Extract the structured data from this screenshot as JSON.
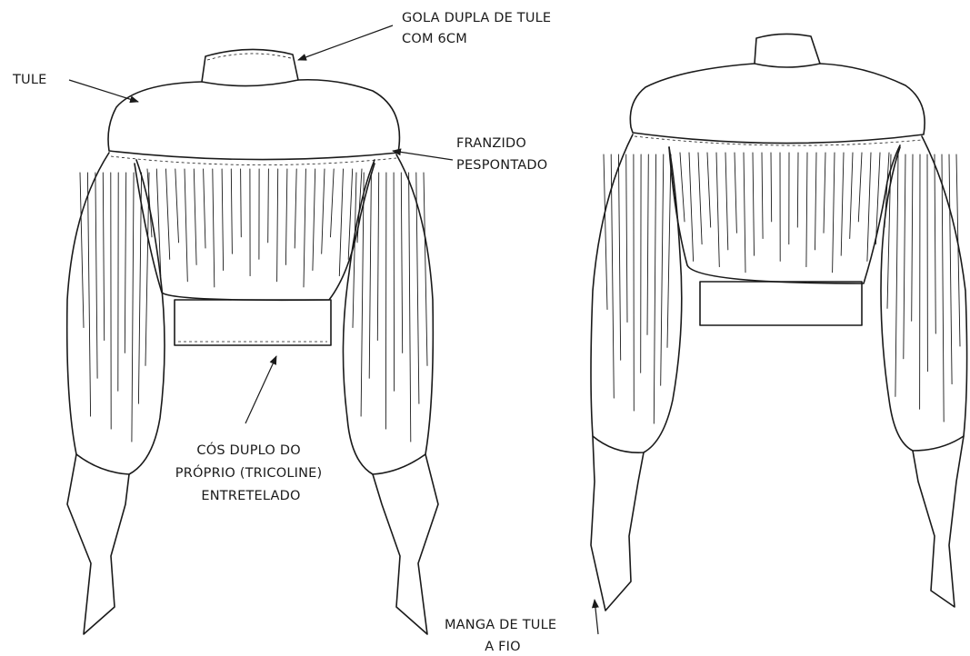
{
  "labels": {
    "collar": [
      "GOLA DUPLA DE TULE",
      "COM 6CM"
    ],
    "tulle": [
      "TULE"
    ],
    "gathered": [
      "FRANZIDO",
      "PESPONTADO"
    ],
    "waistband": [
      "CÓS DUPLO DO",
      "PRÓPRIO (TRICOLINE)",
      "ENTRETELADO"
    ],
    "sleeve": [
      "MANGA DE TULE",
      "A FIO"
    ]
  },
  "colors": {
    "line": "#1a1a1a",
    "background": "#ffffff"
  }
}
